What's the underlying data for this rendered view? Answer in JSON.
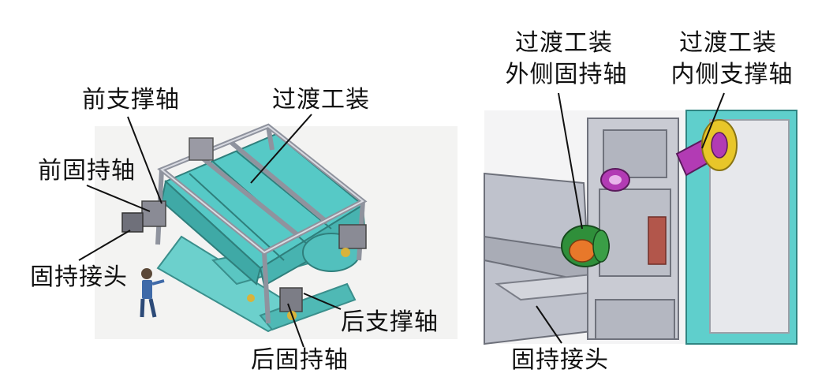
{
  "left_panel": {
    "labels": {
      "front_support_shaft": "前支撑轴",
      "transition_fixture": "过渡工装",
      "front_holding_shaft": "前固持轴",
      "holding_joint": "固持接头",
      "rear_support_shaft": "后支撑轴",
      "rear_holding_shaft": "后固持轴"
    }
  },
  "right_panel": {
    "labels": {
      "outer_holding_line1": "过渡工装",
      "outer_holding_line2": "外侧固持轴",
      "inner_support_line1": "过渡工装",
      "inner_support_line2": "内侧支撑轴",
      "holding_joint": "固持接头"
    }
  },
  "colors": {
    "fixture_cyan": "#56c9c6",
    "frame_grey": "#b9bcc6",
    "orange": "#e8782a",
    "green": "#2f8f3a",
    "magenta": "#b23bb4",
    "yellow": "#e8c629"
  }
}
